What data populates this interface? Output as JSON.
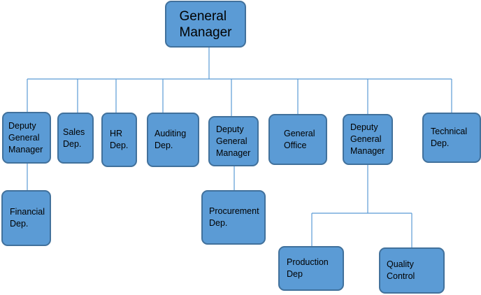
{
  "org_chart": {
    "root": {
      "label": "General\nManager"
    },
    "level1": [
      {
        "id": "deputy1",
        "label": "Deputy\nGeneral\nManager"
      },
      {
        "id": "sales",
        "label": "Sales\nDep."
      },
      {
        "id": "hr",
        "label": "HR\nDep."
      },
      {
        "id": "auditing",
        "label": "Auditing\nDep."
      },
      {
        "id": "deputy2",
        "label": "Deputy\nGeneral\nManager"
      },
      {
        "id": "office",
        "label": "General\nOffice"
      },
      {
        "id": "deputy3",
        "label": "Deputy\nGeneral\nManager"
      },
      {
        "id": "technical",
        "label": "Technical\nDep."
      }
    ],
    "level2": [
      {
        "id": "financial",
        "parent": "deputy1",
        "label": "Financial\nDep."
      },
      {
        "id": "procurement",
        "parent": "deputy2",
        "label": "Procurement\nDep."
      },
      {
        "id": "production",
        "parent": "deputy3",
        "label": "Production\nDep"
      },
      {
        "id": "quality",
        "parent": "deputy3",
        "label": "Quality\nControl"
      }
    ]
  },
  "colors": {
    "node_fill": "#5b9bd5",
    "node_border": "#41719c",
    "connector": "#5b9bd5",
    "text": "#000000"
  }
}
